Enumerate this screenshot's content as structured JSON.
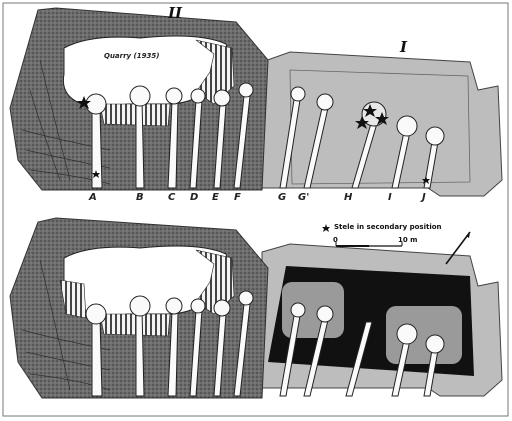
{
  "labels": {
    "zone_II": "II",
    "zone_I": "I",
    "quarry": "Quarry (1935)",
    "letters": [
      "A",
      "B",
      "C",
      "D",
      "E",
      "F",
      "G",
      "G'",
      "H",
      "I",
      "J"
    ]
  },
  "legend": {
    "symbol": "stele-star-icon",
    "text": "Stele in secondary position"
  },
  "scale": {
    "start": "0",
    "end": "10 m"
  },
  "north": "north-arrow-icon",
  "colors": {
    "hatch_dark": "#5a5a5a",
    "terrace_light": "#bdbdbd",
    "dark_fill": "#111111",
    "mid_fill": "#9a9a9a",
    "paper": "#ffffff"
  }
}
